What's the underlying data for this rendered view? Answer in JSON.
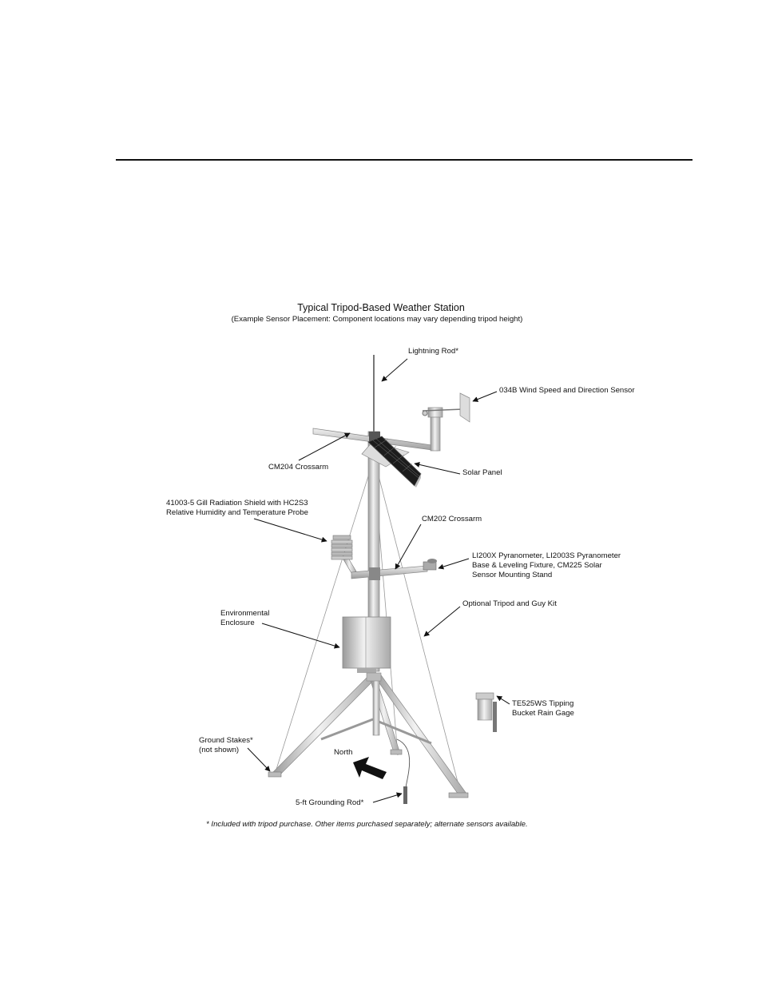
{
  "document": {
    "title": "Typical Tripod-Based Weather Station",
    "subtitle": "(Example Sensor Placement: Component locations may vary depending tripod height)",
    "footnote": "* Included with tripod purchase. Other items purchased separately; alternate sensors available."
  },
  "labels": {
    "lightning_rod": "Lightning Rod*",
    "wind_sensor": "034B Wind Speed and Direction Sensor",
    "cm204_crossarm": "CM204 Crossarm",
    "solar_panel": "Solar Panel",
    "radiation_shield_line1": "41003-5 Gill Radiation Shield with HC2S3",
    "radiation_shield_line2": "Relative Humidity and Temperature Probe",
    "cm202_crossarm": "CM202 Crossarm",
    "pyranometer_line1": "LI200X Pyranometer, LI2003S Pyranometer",
    "pyranometer_line2": "Base & Leveling Fixture, CM225 Solar",
    "pyranometer_line3": "Sensor Mounting Stand",
    "guy_kit": "Optional Tripod and Guy Kit",
    "enclosure_line1": "Environmental",
    "enclosure_line2": "Enclosure",
    "rain_gage_line1": "TE525WS Tipping",
    "rain_gage_line2": "Bucket Rain Gage",
    "ground_stakes_line1": "Ground Stakes*",
    "ground_stakes_line2": "(not shown)",
    "north": "North",
    "grounding_rod": "5-ft Grounding Rod*"
  }
}
